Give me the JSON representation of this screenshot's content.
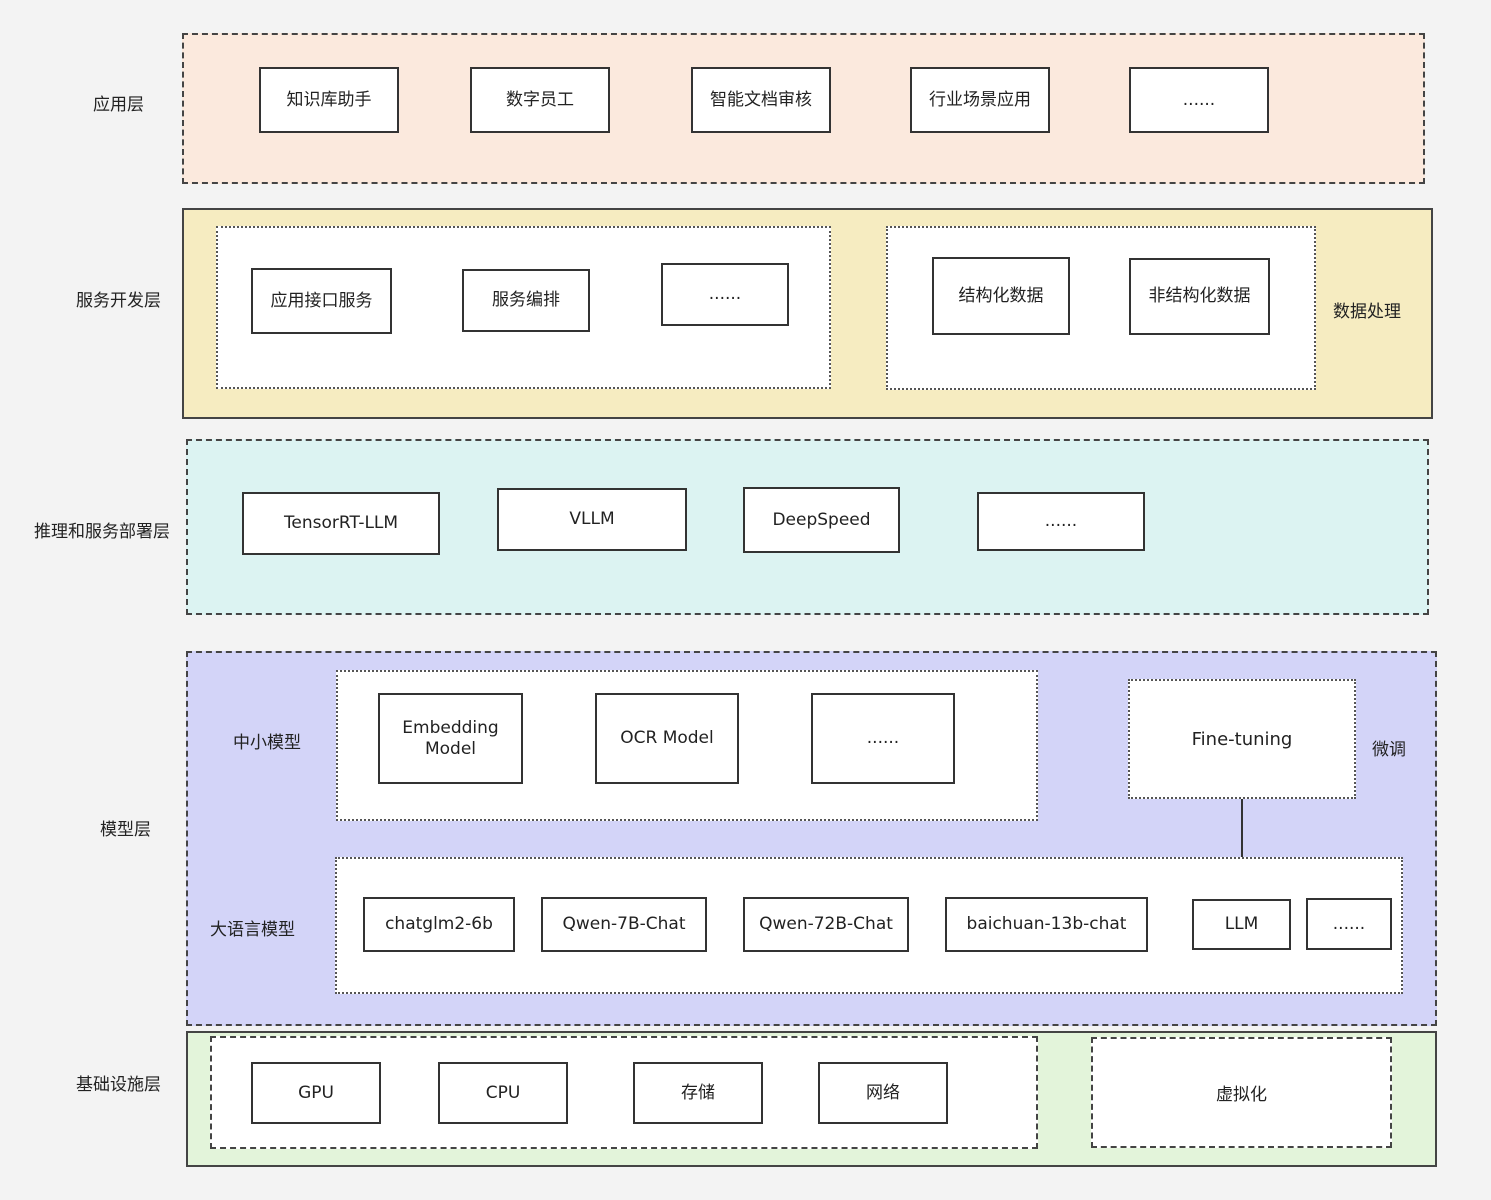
{
  "app_layer": {
    "title": "应用层",
    "color": "#fbe9dd",
    "items": [
      "知识库助手",
      "数字员工",
      "智能文档审核",
      "行业场景应用",
      "......"
    ]
  },
  "service_layer": {
    "title": "服务开发层",
    "color": "#f6ecc1",
    "items": [
      "应用接口服务",
      "服务编排",
      "......"
    ],
    "data_items": [
      "结构化数据",
      "非结构化数据"
    ],
    "data_label": "数据处理"
  },
  "inference_layer": {
    "title": "推理和服务部署层",
    "color": "#dcf3f2",
    "items": [
      "TensorRT-LLM",
      "VLLM",
      "DeepSpeed",
      "......"
    ]
  },
  "model_layer": {
    "title": "模型层",
    "color": "#d3d4f8",
    "small_label": "中小模型",
    "small_items": [
      "Embedding Model",
      "OCR Model",
      "......"
    ],
    "finetune_box": "Fine-tuning",
    "finetune_label": "微调",
    "llm_label": "大语言模型",
    "llm_items": [
      "chatglm2-6b",
      "Qwen-7B-Chat",
      "Qwen-72B-Chat",
      "baichuan-13b-chat",
      "LLM",
      "......"
    ]
  },
  "infra_layer": {
    "title": "基础设施层",
    "color": "#e3f4da",
    "items": [
      "GPU",
      "CPU",
      "存储",
      "网络"
    ],
    "virtual": "虚拟化"
  }
}
